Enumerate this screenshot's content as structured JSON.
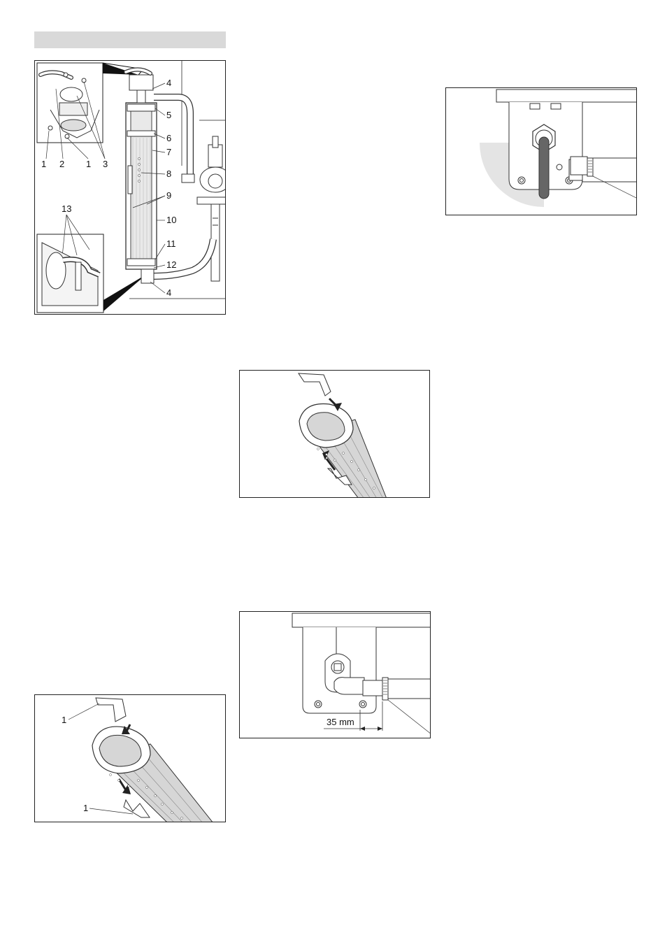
{
  "section_bar": "",
  "fig1": {
    "callouts": [
      "1",
      "2",
      "1",
      "3",
      "13",
      "4",
      "5",
      "6",
      "7",
      "8",
      "9",
      "10",
      "11",
      "12",
      "4"
    ]
  },
  "fig3": {
    "callouts": [
      "1",
      "1"
    ]
  },
  "fig5": {
    "dimension_label": "35 mm"
  }
}
